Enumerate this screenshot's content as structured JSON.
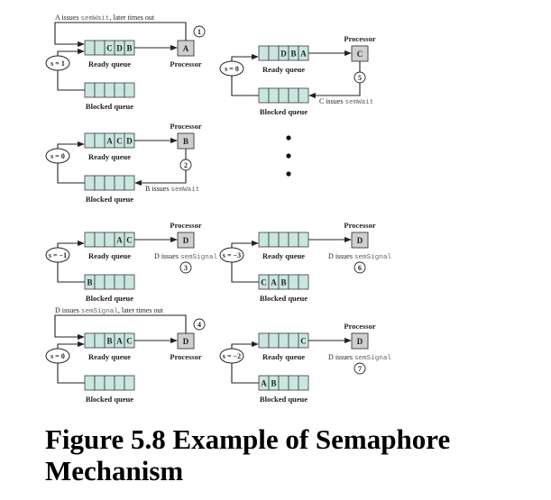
{
  "figure": {
    "title_line1": "Figure 5.8 Example of Semaphore",
    "title_line2": "Mechanism"
  },
  "labels": {
    "ready_queue": "Ready queue",
    "blocked_queue": "Blocked queue",
    "processor": "Processor"
  },
  "colors": {
    "queue_cell": "#c9e6e0",
    "processor_box": "#cfcfcf"
  },
  "panels": [
    {
      "id": 1,
      "step": "1",
      "semaphore": "s = 1",
      "ready": [
        "",
        "",
        "C",
        "D",
        "B"
      ],
      "blocked": [
        "",
        "",
        "",
        "",
        ""
      ],
      "processor": "A",
      "caption_prefix": "A issues ",
      "caption_code": "semWait",
      "caption_suffix": ", later times out",
      "layout": "loop"
    },
    {
      "id": 2,
      "step": "2",
      "semaphore": "s = 0",
      "ready": [
        "",
        "",
        "A",
        "C",
        "D"
      ],
      "blocked": [
        "",
        "",
        "",
        "",
        ""
      ],
      "processor": "B",
      "caption_prefix": "B issues ",
      "caption_code": "semWait",
      "caption_suffix": "",
      "layout": "block"
    },
    {
      "id": 3,
      "step": "3",
      "semaphore": "s = −1",
      "ready": [
        "",
        "",
        "",
        "A",
        "C"
      ],
      "blocked": [
        "B",
        "",
        "",
        "",
        ""
      ],
      "processor": "D",
      "caption_prefix": "D issues ",
      "caption_code": "semSignal",
      "caption_suffix": "",
      "layout": "signal"
    },
    {
      "id": 4,
      "step": "4",
      "semaphore": "s = 0",
      "ready": [
        "",
        "",
        "B",
        "A",
        "C"
      ],
      "blocked": [
        "",
        "",
        "",
        "",
        ""
      ],
      "processor": "D",
      "caption_prefix": "D issues ",
      "caption_code": "semSignal",
      "caption_suffix": ", later times out",
      "layout": "loop"
    },
    {
      "id": 5,
      "step": "5",
      "semaphore": "s = 0",
      "ready": [
        "",
        "",
        "D",
        "B",
        "A"
      ],
      "blocked": [
        "",
        "",
        "",
        "",
        ""
      ],
      "processor": "C",
      "caption_prefix": "C issues ",
      "caption_code": "semWait",
      "caption_suffix": "",
      "layout": "block"
    },
    {
      "id": 6,
      "step": "6",
      "semaphore": "s = −3",
      "ready": [
        "",
        "",
        "",
        "",
        ""
      ],
      "blocked": [
        "C",
        "A",
        "B",
        "",
        ""
      ],
      "processor": "D",
      "caption_prefix": "D issues ",
      "caption_code": "semSignal",
      "caption_suffix": "",
      "layout": "signal"
    },
    {
      "id": 7,
      "step": "7",
      "semaphore": "s = −2",
      "ready": [
        "",
        "",
        "",
        "",
        "C"
      ],
      "blocked": [
        "A",
        "B",
        "",
        "",
        ""
      ],
      "processor": "D",
      "caption_prefix": "D issues ",
      "caption_code": "semSignal",
      "caption_suffix": "",
      "layout": "signal"
    }
  ],
  "ellipsis": "⋮"
}
